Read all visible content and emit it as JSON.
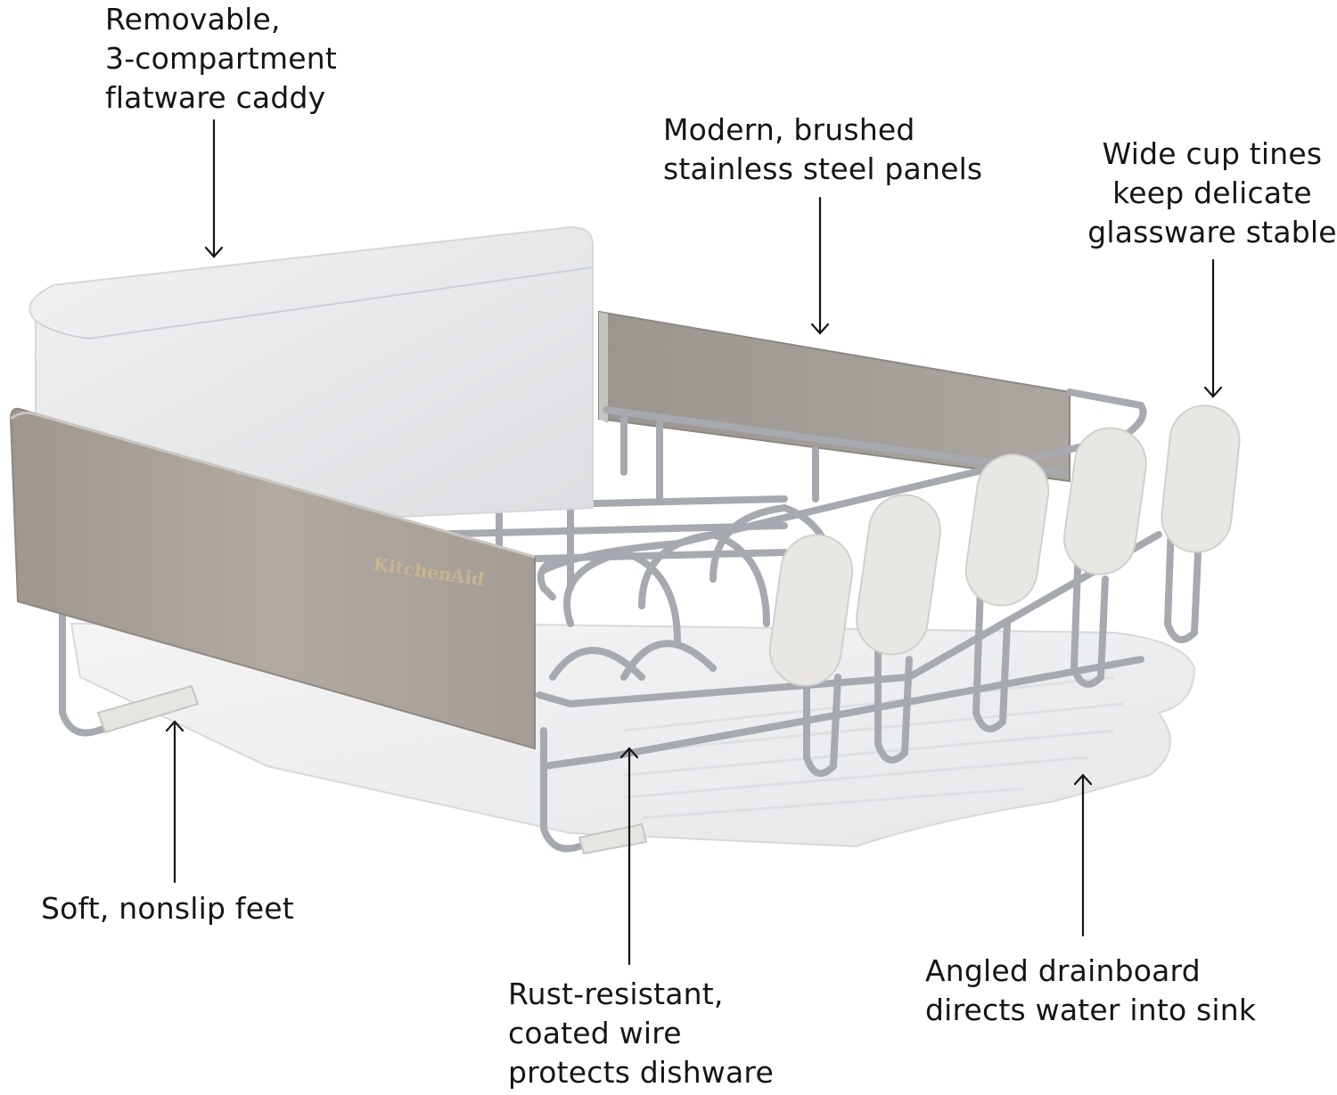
{
  "image": {
    "subject": "Dish drying rack with flatware caddy and drainboard",
    "brand_mark": "KitchenAid",
    "colors": {
      "background": "#ffffff",
      "text": "#151515",
      "steel_panel": "#aaa49c",
      "wire": "#a9adb3",
      "caddy": "#e4e5e7",
      "drainboard": "#ededef",
      "tine_caps": "#e9e7e3",
      "logo": "#c8b48e"
    }
  },
  "callouts": [
    {
      "id": "caddy",
      "lines": [
        "Removable,",
        "3-compartment",
        "flatware caddy"
      ],
      "arrow": "down"
    },
    {
      "id": "panels",
      "lines": [
        "Modern, brushed",
        "stainless steel panels"
      ],
      "arrow": "down"
    },
    {
      "id": "tines",
      "lines": [
        "Wide cup tines",
        "keep delicate",
        "glassware stable"
      ],
      "arrow": "down"
    },
    {
      "id": "feet",
      "lines": [
        "Soft, nonslip feet"
      ],
      "arrow": "up"
    },
    {
      "id": "wire",
      "lines": [
        "Rust-resistant,",
        "coated wire",
        "protects dishware"
      ],
      "arrow": "up"
    },
    {
      "id": "drainboard",
      "lines": [
        "Angled drainboard",
        "directs water into sink"
      ],
      "arrow": "up"
    }
  ]
}
